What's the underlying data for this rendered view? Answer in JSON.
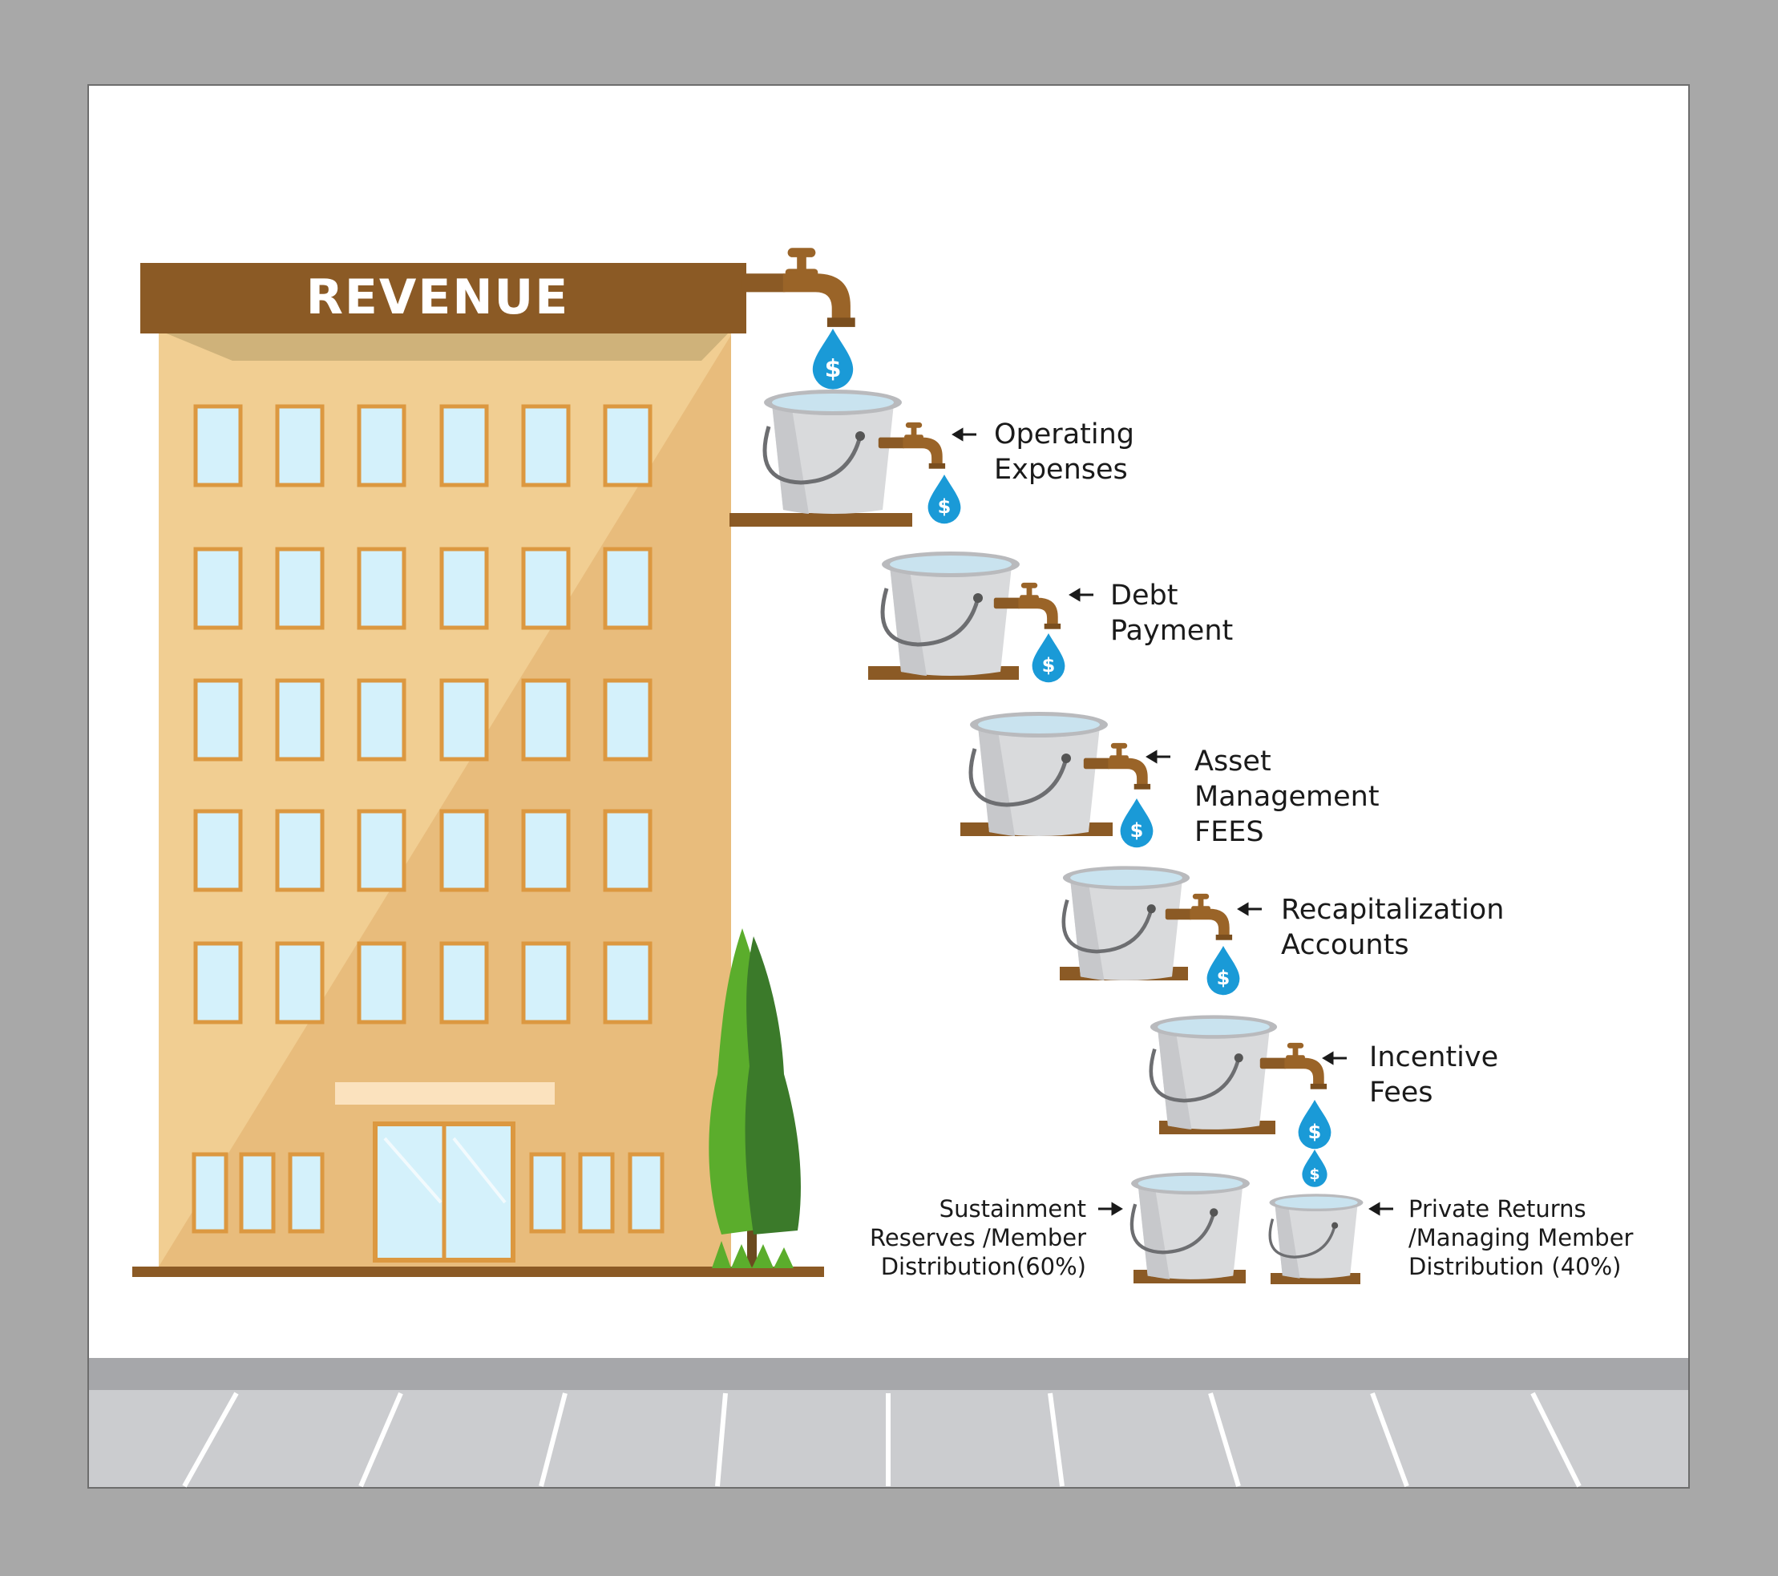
{
  "title": "REVENUE",
  "colors": {
    "roof": "#8b5a25",
    "facade_light": "#f1ce92",
    "facade_shadow": "#e8bc7c",
    "window": "#d4f1fb",
    "window_frame": "#dc9840",
    "drop": "#1a9ad7",
    "bucket": "#d9dadc",
    "water": "#c9e3ef",
    "tree_light": "#5bad2c",
    "tree_dark": "#3b7a2a",
    "street": "#cbcccf"
  },
  "stages": [
    {
      "id": "operating-expenses",
      "lines": [
        "Operating",
        "Expenses"
      ]
    },
    {
      "id": "debt-payment",
      "lines": [
        "Debt",
        "Payment"
      ]
    },
    {
      "id": "asset-management-fees",
      "lines": [
        "Asset",
        "Management",
        "FEES"
      ]
    },
    {
      "id": "recapitalization-accounts",
      "lines": [
        "Recapitalization",
        "Accounts"
      ]
    },
    {
      "id": "incentive-fees",
      "lines": [
        "Incentive",
        "Fees"
      ]
    }
  ],
  "splits": [
    {
      "id": "sustainment-reserves",
      "lines": [
        "Sustainment",
        "Reserves /Member",
        "Distribution(60%)"
      ]
    },
    {
      "id": "private-returns",
      "lines": [
        "Private Returns",
        "/Managing Member",
        "Distribution (40%)"
      ]
    }
  ],
  "icons": {
    "faucet": "faucet-icon",
    "drop": "dollar-drop-icon",
    "bucket": "bucket-icon",
    "arrow": "arrow-left-icon",
    "tree": "tree-icon"
  },
  "drop_symbol": "$"
}
